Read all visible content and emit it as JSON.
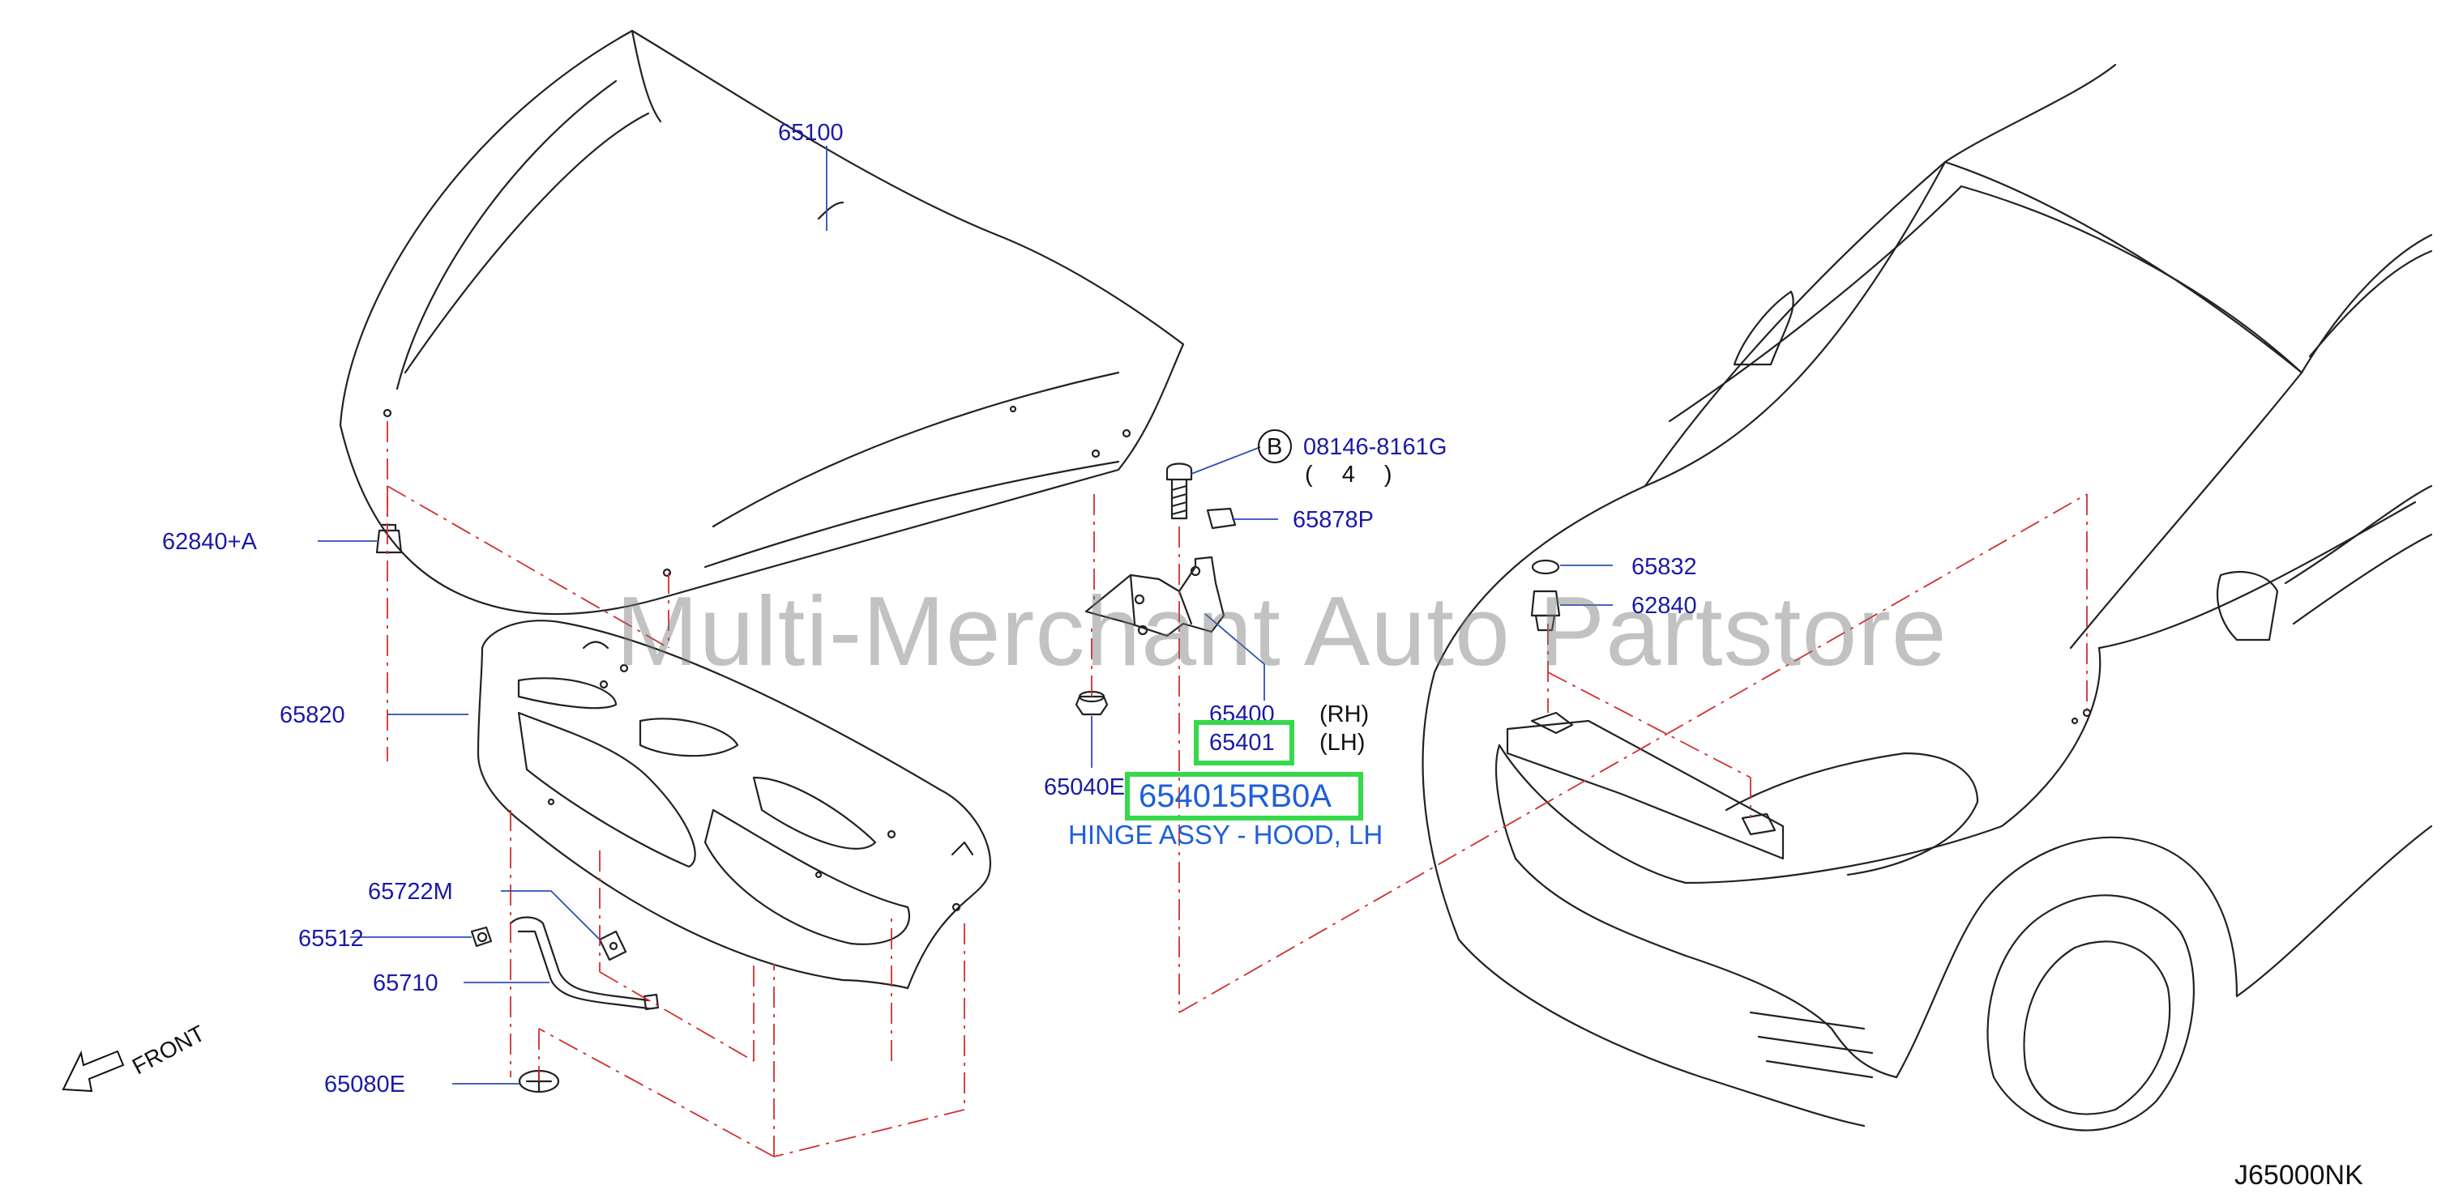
{
  "diagram": {
    "drawing_id": "J65000NK",
    "watermark": "Multi-Merchant Auto Partstore",
    "direction_label": "FRONT",
    "colors": {
      "label": "#1a1aa8",
      "leader": "#2d4fb0",
      "centerline": "#d03030",
      "highlight": "#35d94a",
      "callout": "#1f5fd8"
    },
    "part_labels": [
      {
        "id": "65100",
        "text": "65100"
      },
      {
        "id": "62840A",
        "text": "62840+A"
      },
      {
        "id": "65820",
        "text": "65820"
      },
      {
        "id": "65722M",
        "text": "65722M"
      },
      {
        "id": "65512",
        "text": "65512"
      },
      {
        "id": "65710",
        "text": "65710"
      },
      {
        "id": "65080E",
        "text": "65080E"
      },
      {
        "id": "08146",
        "text": "08146-8161G"
      },
      {
        "id": "qty4",
        "text": "( 4 )"
      },
      {
        "id": "65878P",
        "text": "65878P"
      },
      {
        "id": "65400",
        "text": "65400"
      },
      {
        "id": "65401",
        "text": "65401"
      },
      {
        "id": "65040E",
        "text": "65040E"
      },
      {
        "id": "65832",
        "text": "65832"
      },
      {
        "id": "62840",
        "text": "62840"
      }
    ],
    "side_labels": {
      "rh": "(RH)",
      "lh": "(LH)"
    },
    "bolt_symbol": "B",
    "selected_part": {
      "number": "654015RB0A",
      "description": "HINGE ASSY - HOOD, LH"
    }
  }
}
